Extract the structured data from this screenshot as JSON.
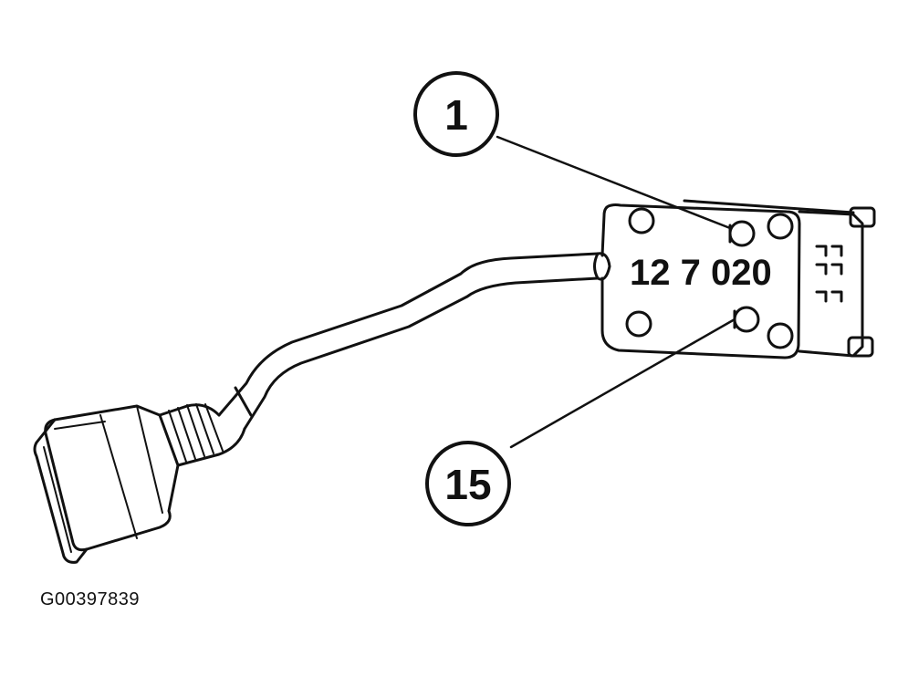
{
  "figure": {
    "id": "G00397839"
  },
  "part": {
    "code": "12 7 020"
  },
  "callouts": [
    {
      "label": "1"
    },
    {
      "label": "15"
    }
  ],
  "colors": {
    "ink": "#111111",
    "background": "#ffffff"
  }
}
